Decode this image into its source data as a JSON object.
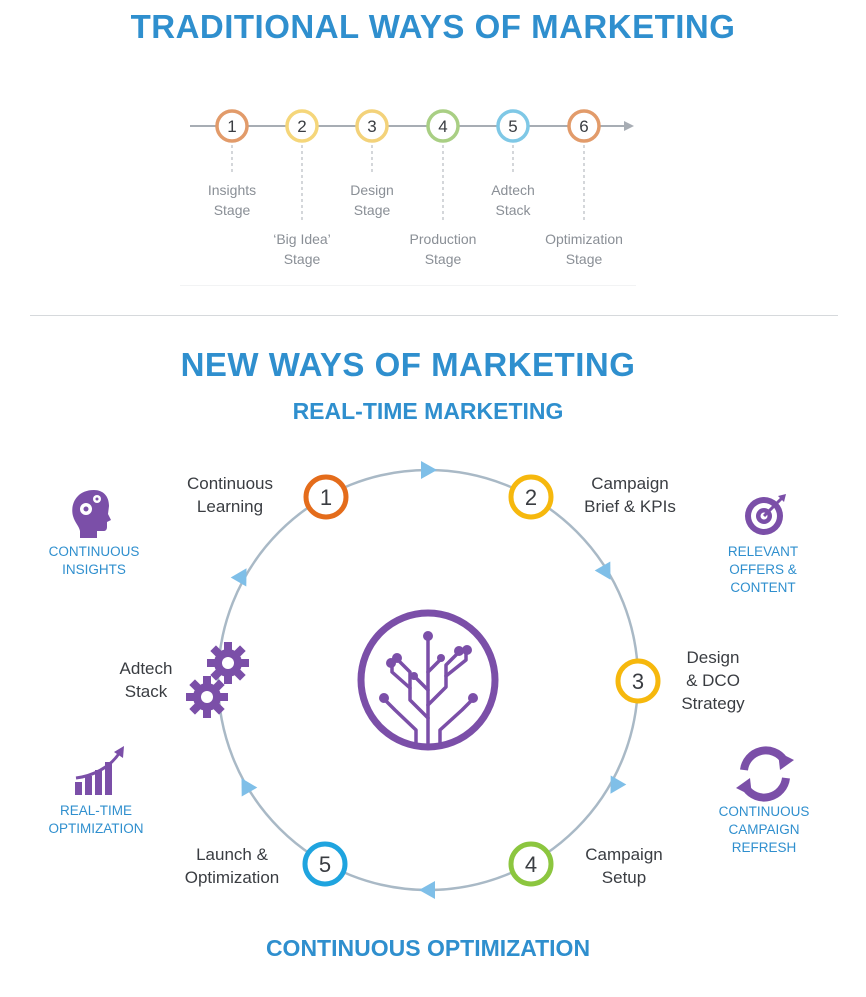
{
  "traditional": {
    "title": "TRADITIONAL WAYS OF MARKETING",
    "stages": [
      {
        "num": "1",
        "label": [
          "Insights",
          "Stage"
        ],
        "color": "#e29b6a"
      },
      {
        "num": "2",
        "label": [
          "‘Big Idea’",
          "Stage"
        ],
        "color": "#f5d67a"
      },
      {
        "num": "3",
        "label": [
          "Design",
          "Stage"
        ],
        "color": "#f3d27a"
      },
      {
        "num": "4",
        "label": [
          "Production",
          "Stage"
        ],
        "color": "#a9cf84"
      },
      {
        "num": "5",
        "label": [
          "Adtech",
          "Stack"
        ],
        "color": "#7fc8e6"
      },
      {
        "num": "6",
        "label": [
          "Optimization",
          "Stage"
        ],
        "color": "#e29b6a"
      }
    ]
  },
  "new": {
    "title": "NEW WAYS OF MARKETING",
    "subtitle": "REAL-TIME MARKETING",
    "footer": "CONTINUOUS OPTIMIZATION",
    "cycle": [
      {
        "num": "1",
        "label": [
          "Continuous",
          "Learning"
        ],
        "color": "#e46c1b"
      },
      {
        "num": "2",
        "label": [
          "Campaign",
          "Brief & KPIs"
        ],
        "color": "#f6b80d"
      },
      {
        "num": "3",
        "label": [
          "Design",
          "& DCO",
          "Strategy"
        ],
        "color": "#f6b80d"
      },
      {
        "num": "4",
        "label": [
          "Campaign",
          "Setup"
        ],
        "color": "#8cc63f"
      },
      {
        "num": "5",
        "label": [
          "Launch &",
          "Optimization"
        ],
        "color": "#1fa4df"
      }
    ],
    "adtech_label": [
      "Adtech",
      "Stack"
    ],
    "side_items": [
      {
        "icon": "head-gears-icon",
        "label": [
          "CONTINUOUS",
          "INSIGHTS"
        ]
      },
      {
        "icon": "target-icon",
        "label": [
          "RELEVANT",
          "OFFERS &",
          "CONTENT"
        ]
      },
      {
        "icon": "bar-growth-icon",
        "label": [
          "REAL-TIME",
          "OPTIMIZATION"
        ]
      },
      {
        "icon": "refresh-icon",
        "label": [
          "CONTINUOUS",
          "CAMPAIGN",
          "REFRESH"
        ]
      }
    ],
    "accent_purple": "#7b4fa8",
    "ring_color": "#a9b9c6",
    "arrow_color": "#7fbfe8"
  }
}
